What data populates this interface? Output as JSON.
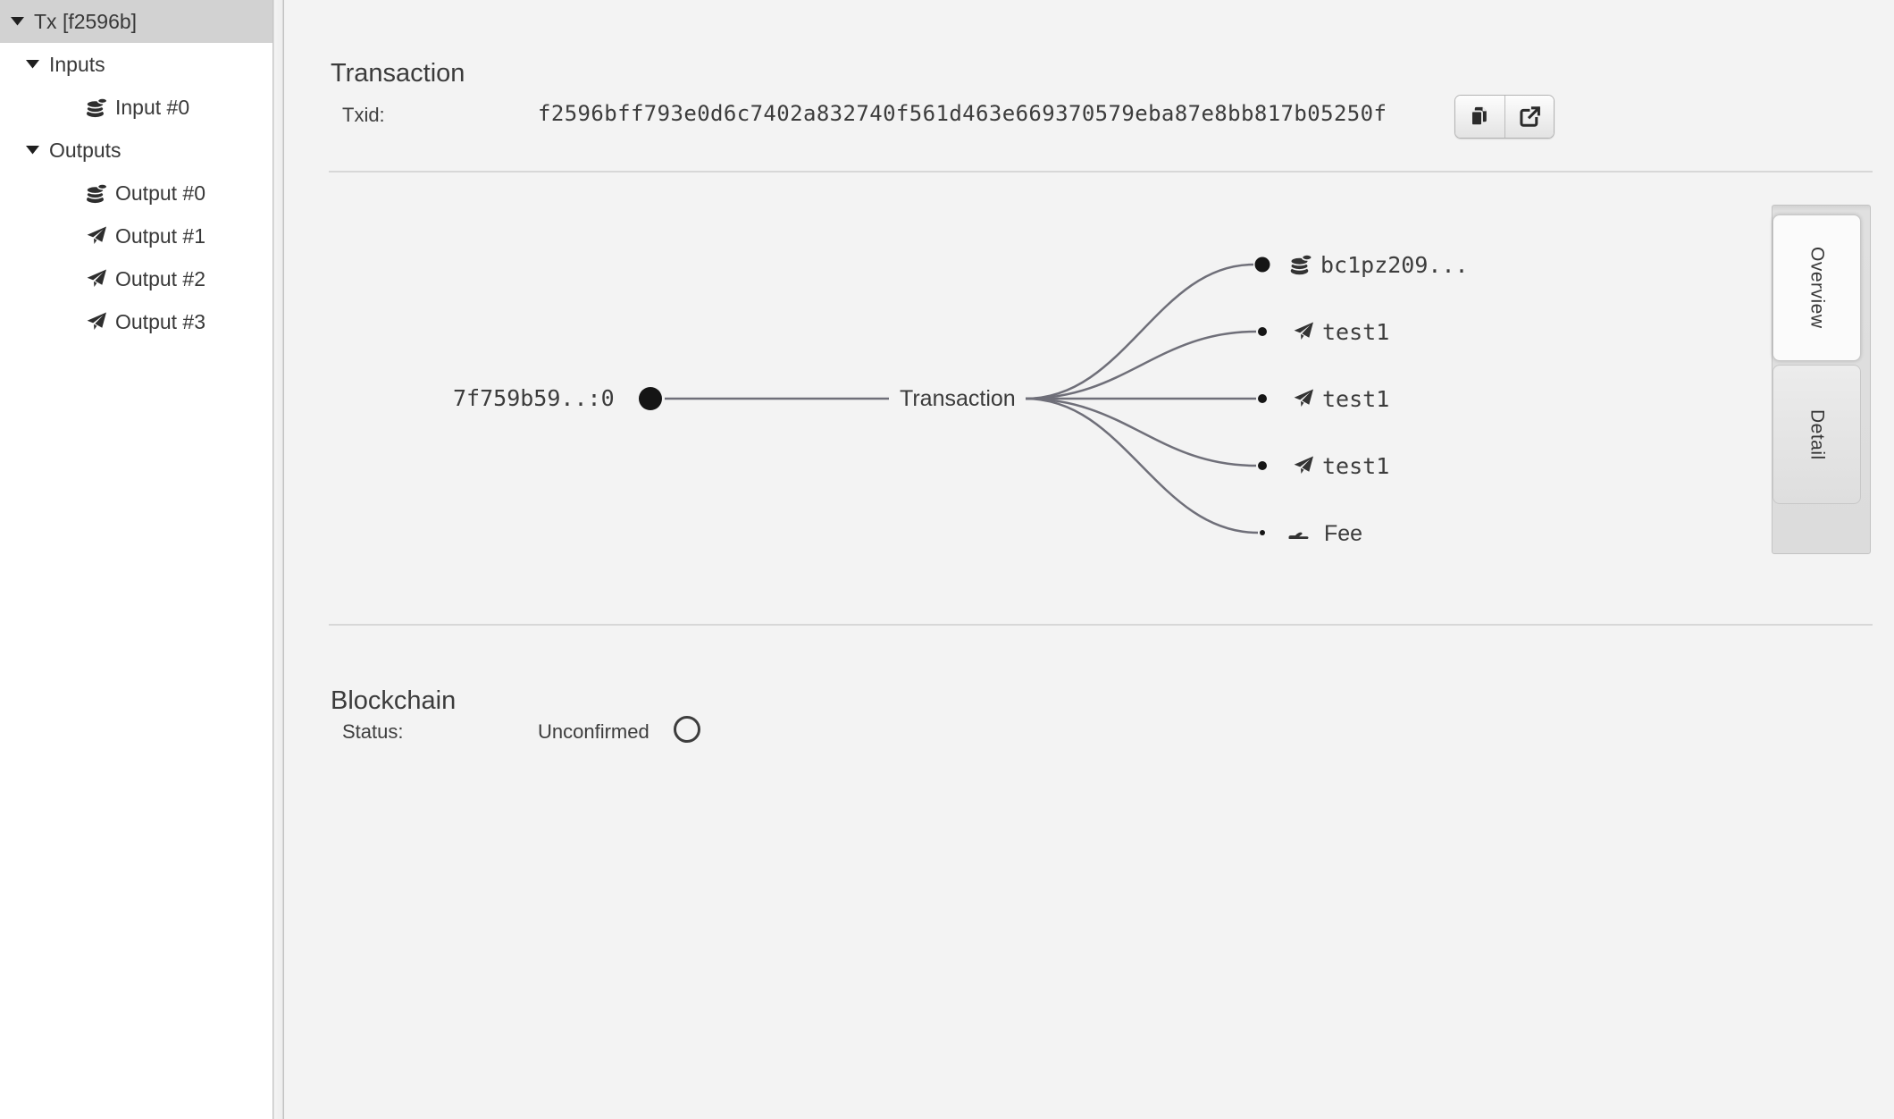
{
  "sidebar": {
    "items": [
      {
        "label": "Tx [f2596b]",
        "level": 0,
        "icon": "triangle-down",
        "selected": true
      },
      {
        "label": "Inputs",
        "level": 1,
        "icon": "triangle-down",
        "selected": false
      },
      {
        "label": "Input #0",
        "level": 2,
        "icon": "coins",
        "selected": false
      },
      {
        "label": "Outputs",
        "level": 1,
        "icon": "triangle-down",
        "selected": false
      },
      {
        "label": "Output #0",
        "level": 2,
        "icon": "coins",
        "selected": false
      },
      {
        "label": "Output #1",
        "level": 2,
        "icon": "send",
        "selected": false
      },
      {
        "label": "Output #2",
        "level": 2,
        "icon": "send",
        "selected": false
      },
      {
        "label": "Output #3",
        "level": 2,
        "icon": "send",
        "selected": false
      }
    ]
  },
  "transaction_section": {
    "title": "Transaction",
    "txid_label": "Txid:",
    "txid_value": "f2596bff793e0d6c7402a832740f561d463e669370579eba87e8bb817b05250f",
    "buttons": [
      {
        "icon": "copy-icon",
        "name": "copy"
      },
      {
        "icon": "external-link-icon",
        "name": "open-in-browser"
      }
    ]
  },
  "diagram": {
    "input_label": "7f759b59..:0",
    "node_label": "Transaction",
    "outputs": [
      {
        "label": "bc1pz209...",
        "icon": "coins"
      },
      {
        "label": "test1",
        "icon": "send"
      },
      {
        "label": "test1",
        "icon": "send"
      },
      {
        "label": "test1",
        "icon": "send"
      },
      {
        "label": "Fee",
        "icon": "hand-holding"
      }
    ]
  },
  "tabs": [
    {
      "label": "Overview",
      "selected": true
    },
    {
      "label": "Detail",
      "selected": false
    }
  ],
  "blockchain_section": {
    "title": "Blockchain",
    "status_label": "Status:",
    "status_value": "Unconfirmed",
    "status_icon": "empty-circle"
  },
  "colors": {
    "main_background": "#f3f3f3",
    "sidebar_background": "#ffffff",
    "selected_row": "#d2d2d2",
    "text": "#3c3c3c",
    "wire": "#6f6f79",
    "dot": "#151515",
    "separator": "#d7d7d7"
  }
}
